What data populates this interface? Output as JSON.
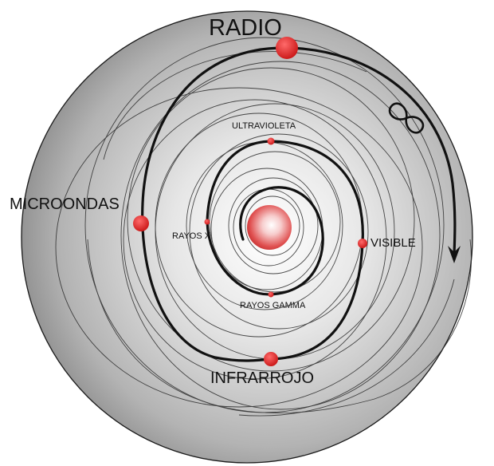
{
  "labels": {
    "radio": "RADIO",
    "microondas": "MICROONDAS",
    "infrarrojo": "INFRARROJO",
    "visible": "VISIBLE",
    "ultravioleta": "ULTRAVIOLETA",
    "rayos_x": "RAYOS X",
    "rayos_gamma": "RAYOS GAMMA"
  },
  "symbols": {
    "infinity": "infinity-icon",
    "arrowhead": "arrowhead-icon"
  },
  "colors": {
    "sphere_light": "#ffffff",
    "sphere_dark": "#7a7a7a",
    "outline": "#1a1a1a",
    "marker_red": "#dd1f1f",
    "core_glow": "#f7b2b2"
  }
}
